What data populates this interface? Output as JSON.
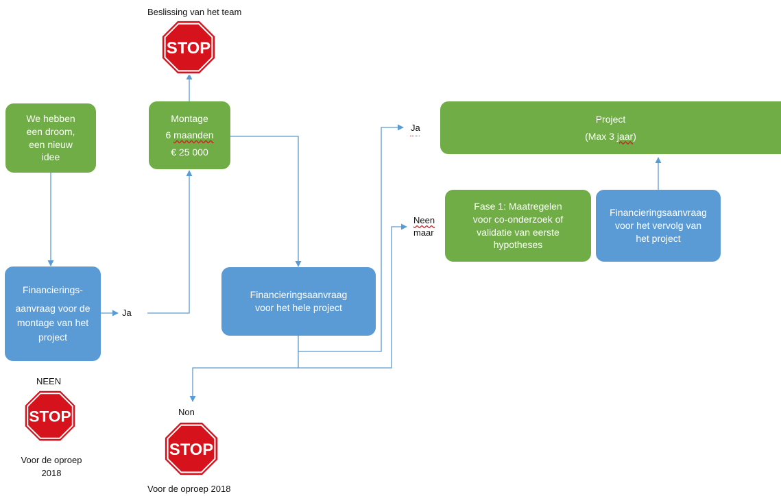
{
  "colors": {
    "green": "#70ad47",
    "blue": "#5b9bd5",
    "stop_red": "#d6131c",
    "arrow": "#5b9bd5"
  },
  "stop_signs": {
    "text": "STOP"
  },
  "top": {
    "caption": "Beslissing van het team"
  },
  "dream_box": {
    "lines": [
      "We hebben",
      "een droom,",
      "een nieuw",
      "idee"
    ]
  },
  "montage_box": {
    "line1": "Montage",
    "line2_num": "6",
    "line2_word": "maanden",
    "line3": "€ 25 000"
  },
  "funding_montage_box": {
    "lines": [
      "Financierings-",
      "aanvraag voor de",
      "montage van het",
      "project"
    ]
  },
  "ja1": "Ja",
  "neen_label": "NEEN",
  "bottom_left": {
    "lines": [
      "Voor de oproep",
      "2018"
    ]
  },
  "funding_whole_box": {
    "lines": [
      "Financieringsaanvraag",
      "voor het hele project"
    ]
  },
  "non_label": "Non",
  "bottom_middle": "Voor de oproep 2018",
  "ja2": "Ja",
  "neen_maar": {
    "line1": "Neen",
    "line2": "maar"
  },
  "project_box": {
    "title": "Project",
    "sub_pre": "(Max 3 ",
    "sub_word": "jaar",
    "sub_post": ")"
  },
  "phase_box": {
    "lines": [
      "Fase 1: Maatregelen",
      "voor co-onderzoek of",
      "validatie van eerste",
      "hypotheses"
    ]
  },
  "funding_next_box": {
    "lines": [
      "Financieringsaanvraag",
      "voor het vervolg van",
      "het project"
    ]
  }
}
